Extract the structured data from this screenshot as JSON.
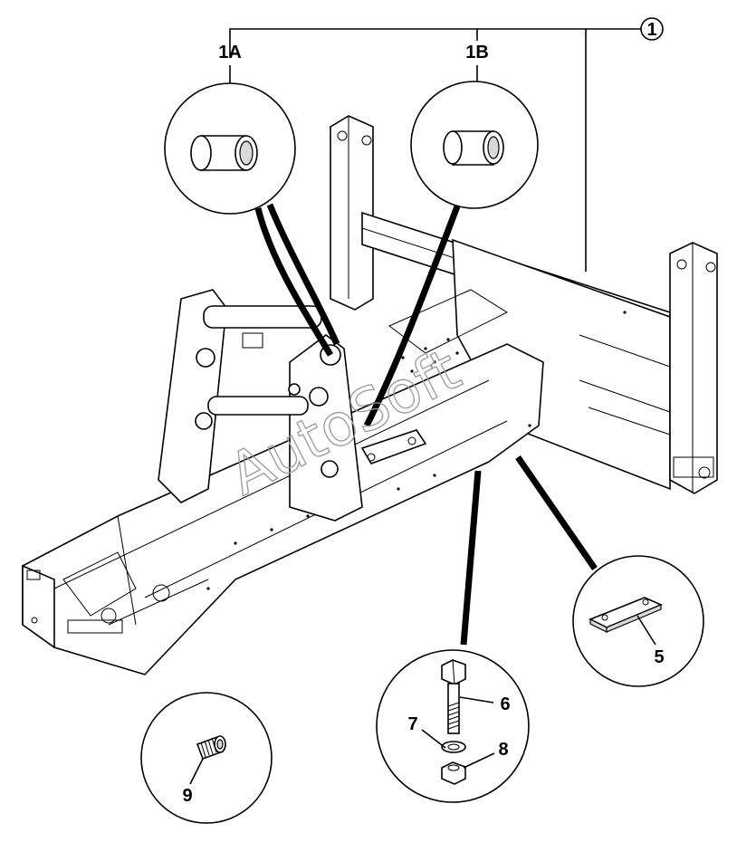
{
  "callouts": {
    "c1": "1",
    "c1a": "1A",
    "c1b": "1B",
    "c5": "5",
    "c6": "6",
    "c7": "7",
    "c8": "8",
    "c9": "9"
  },
  "watermark": "AutoSoft",
  "colors": {
    "line": "#000000",
    "background": "#ffffff",
    "watermark": "#9a9a9a"
  },
  "icons": {
    "detail_1a": "bushing",
    "detail_1b": "bushing",
    "detail_5": "plate",
    "detail_6_7_8": "bolt-washer-nut",
    "detail_9": "threaded-plug"
  }
}
